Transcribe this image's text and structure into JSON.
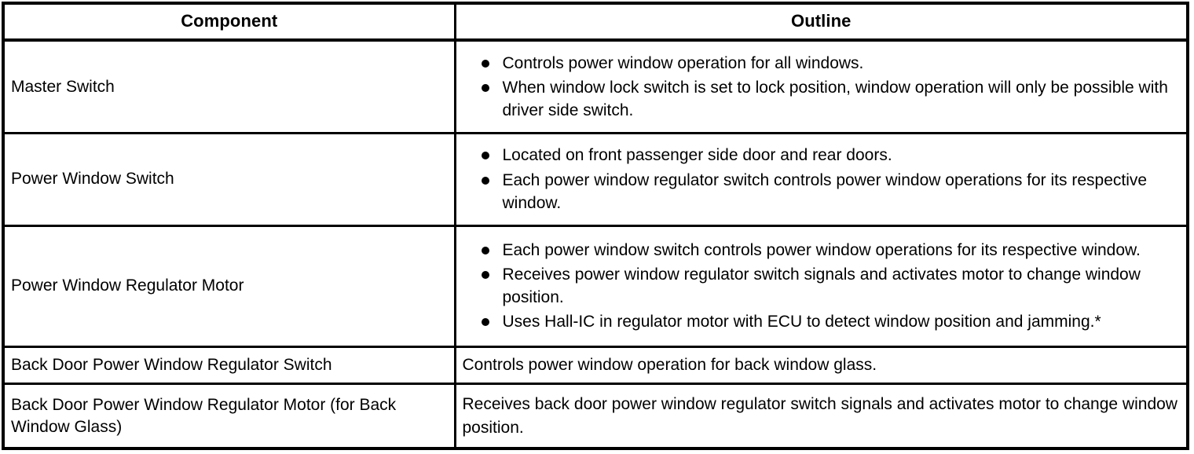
{
  "table": {
    "columns": [
      {
        "key": "component",
        "label": "Component"
      },
      {
        "key": "outline",
        "label": "Outline"
      }
    ],
    "rows": [
      {
        "component": "Master Switch",
        "outline_type": "bullets",
        "outline_items": [
          "Controls power window operation for all windows.",
          "When window lock switch is set to lock position, window operation will only be possible with driver side switch."
        ]
      },
      {
        "component": "Power Window Switch",
        "outline_type": "bullets",
        "outline_items": [
          "Located on front passenger side door and rear doors.",
          "Each power window regulator switch controls power window operations for its respective window."
        ]
      },
      {
        "component": "Power Window Regulator Motor",
        "outline_type": "bullets",
        "outline_items": [
          "Each power window switch controls power window operations for its respective window.",
          "Receives power window regulator switch signals and activates motor to change window position.",
          "Uses Hall-IC in regulator motor with ECU to detect window position and jamming.*"
        ]
      },
      {
        "component": "Back Door Power Window Regulator Switch",
        "outline_type": "text",
        "outline_text": "Controls power window operation for back window glass."
      },
      {
        "component": "Back Door Power Window Regulator Motor (for Back Window Glass)",
        "outline_type": "text",
        "outline_text": "Receives back door power window regulator switch signals and activates motor to change window position."
      }
    ]
  },
  "style": {
    "border_color": "#000000",
    "text_color": "#000000",
    "background": "#ffffff"
  }
}
